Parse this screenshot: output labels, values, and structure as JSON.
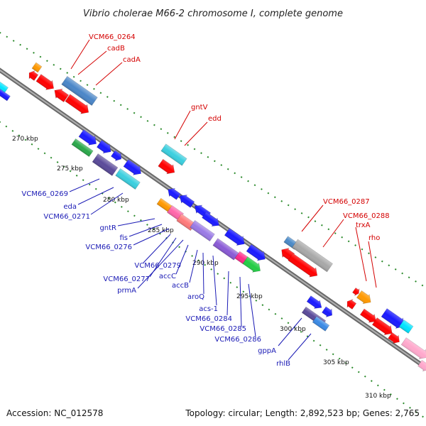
{
  "title": "Vibrio cholerae M66-2 chromosome I, complete genome",
  "accession_text": "Accession: NC_012578",
  "topology_text": "Topology: circular; Length: 2,892,523 bp; Genes: 2,765",
  "colors": {
    "backbone": "#8a8a8a",
    "tick": "#2a8a2a",
    "label_red": "#d40000",
    "label_blue": "#1a1ab5"
  },
  "tick_labels": [
    "270 kbp",
    "275 kbp",
    "280 kbp",
    "285 kbp",
    "290 kbp",
    "295 kbp",
    "300 kbp",
    "305 kbp",
    "310 kbp"
  ],
  "red_labels": [
    "VCM66_0264",
    "cadB",
    "cadA",
    "gntV",
    "edd",
    "VCM66_0287",
    "VCM66_0288",
    "trxA",
    "rho"
  ],
  "blue_labels": [
    "VCM66_0269",
    "eda",
    "VCM66_0271",
    "gntR",
    "fis",
    "VCM66_0276",
    "VCM66_0279",
    "VCM66_0277",
    "accC",
    "prmA",
    "accB",
    "aroQ",
    "acs-1",
    "VCM66_0284",
    "VCM66_0285",
    "VCM66_0286",
    "gppA",
    "rhlB"
  ]
}
